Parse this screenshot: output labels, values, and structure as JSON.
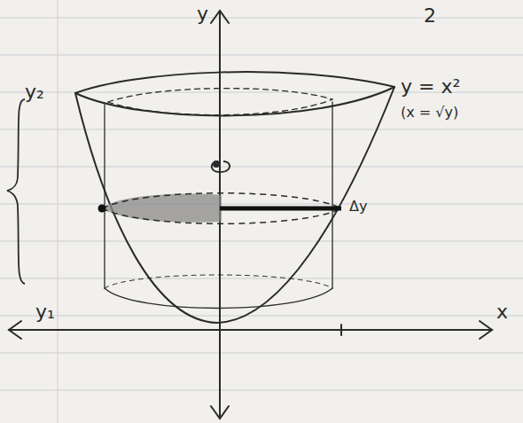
{
  "diagram": {
    "labels": [
      "y",
      "2",
      "y₂",
      "y = x²",
      "(x = √y)",
      "Δy",
      "y₁",
      "x"
    ]
  }
}
